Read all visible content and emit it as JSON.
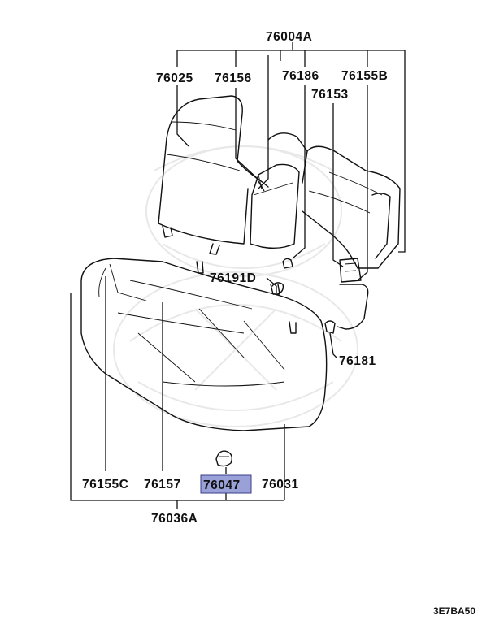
{
  "labels": {
    "assembly_back": "76004A",
    "p76025": "76025",
    "p76156": "76156",
    "p76186": "76186",
    "p76155b": "76155B",
    "p76153": "76153",
    "p76191d": "76191D",
    "p76181": "76181",
    "p76155c": "76155C",
    "p76157": "76157",
    "p76047": "76047",
    "p76031": "76031",
    "assembly_cushion": "76036A"
  },
  "diagram_code": "3E7BA50",
  "highlight_color": "#9aa0d8"
}
